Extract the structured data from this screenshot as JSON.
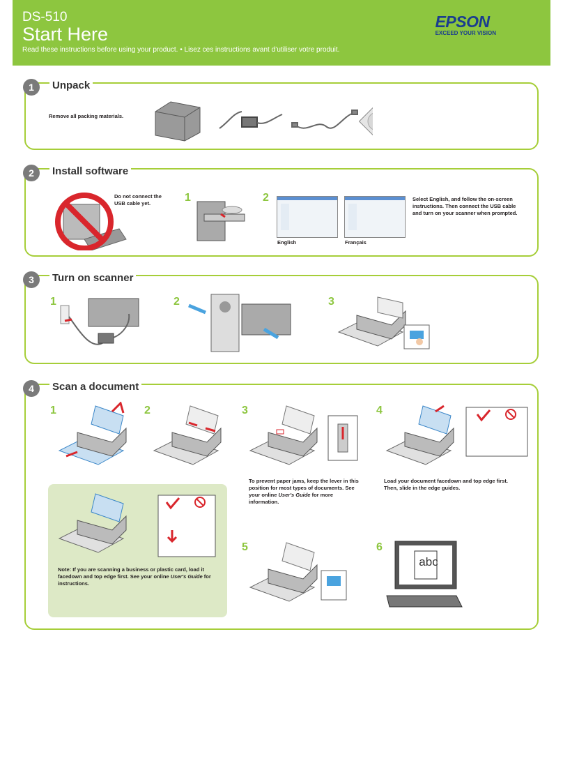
{
  "header": {
    "model": "DS-510",
    "title": "Start Here",
    "subtitle": "Read these instructions before using your product. • Lisez ces instructions avant d’utiliser votre produit."
  },
  "brand": {
    "name": "EPSON",
    "tagline": "EXCEED YOUR VISION"
  },
  "colors": {
    "accent": "#8dc63f",
    "border": "#a6ce39",
    "badge": "#7a7a7a",
    "brand": "#1a3d8f",
    "prohibit": "#d9262c"
  },
  "sections": [
    {
      "number": "1",
      "title": "Unpack",
      "text": "Remove all packing materials."
    },
    {
      "number": "2",
      "title": "Install software",
      "warning": "Do not connect the USB cable yet.",
      "step1": "1",
      "step2": "2",
      "lang_en": "English",
      "lang_fr": "Français",
      "instr_pre": "Select ",
      "instr_bold": "English",
      "instr_post": ", and follow the on-screen instructions. Then connect the USB cable and turn on your scanner when prompted."
    },
    {
      "number": "3",
      "title": "Turn on scanner",
      "step1": "1",
      "step2": "2",
      "step3": "3"
    },
    {
      "number": "4",
      "title": "Scan a document",
      "step1": "1",
      "step2": "2",
      "step3": "3",
      "step4": "4",
      "step5": "5",
      "step6": "6",
      "step3_text_pre": "To prevent paper jams, keep the lever in this position for most types of documents. See your online ",
      "step3_text_em": "User's Guide",
      "step3_text_post": " for more information.",
      "step4_text": "Load your document facedown and top edge first. Then, slide in the edge guides.",
      "note_label": "Note:",
      "note_pre": " If you are scanning a business or plastic card, load it facedown and top edge first. See your online ",
      "note_em": "User's Guide",
      "note_post": " for instructions.",
      "abc": "abc"
    }
  ]
}
